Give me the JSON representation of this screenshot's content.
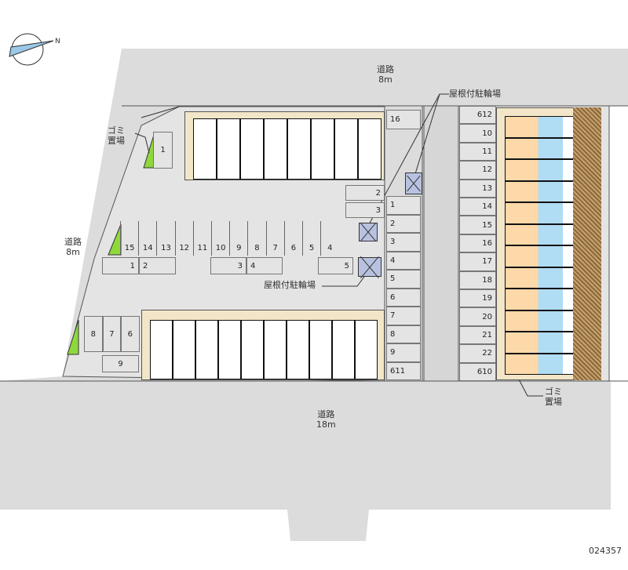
{
  "roads": {
    "top": {
      "name": "道路",
      "width": "8m"
    },
    "left": {
      "name": "道路",
      "width": "8m"
    },
    "bottom": {
      "name": "道路",
      "width": "18m"
    }
  },
  "labels": {
    "bike_top": "屋根付駐輪場",
    "bike_mid": "屋根付駐輪場",
    "trash_left": [
      "ゴミ",
      "置場"
    ],
    "trash_right": [
      "ゴミ",
      "置場"
    ]
  },
  "parking": {
    "top_left": [
      "1"
    ],
    "row_vertical": [
      "15",
      "14",
      "13",
      "12",
      "11",
      "10",
      "9",
      "8",
      "7",
      "6",
      "5",
      "4"
    ],
    "row_horizontal": [
      "1",
      "2",
      "3",
      "4",
      "5"
    ],
    "right_mid": [
      "2",
      "3"
    ],
    "col_left": [
      "16",
      "1",
      "2",
      "3",
      "4",
      "5",
      "6",
      "7",
      "8",
      "9",
      "611"
    ],
    "col_right": [
      "612",
      "10",
      "11",
      "12",
      "13",
      "14",
      "15",
      "16",
      "17",
      "18",
      "19",
      "20",
      "21",
      "22",
      "610"
    ],
    "bottom_left": [
      "8",
      "7",
      "6",
      "9"
    ]
  },
  "code": "024357",
  "colors": {
    "road": "#dcdcdc",
    "lot": "#e4e4e4",
    "green": "#8ed83c",
    "beige": "#f3e6c8",
    "orange": "#fdd8a8",
    "blue": "#b0dcf4",
    "hatch": "#8a6a3a"
  }
}
